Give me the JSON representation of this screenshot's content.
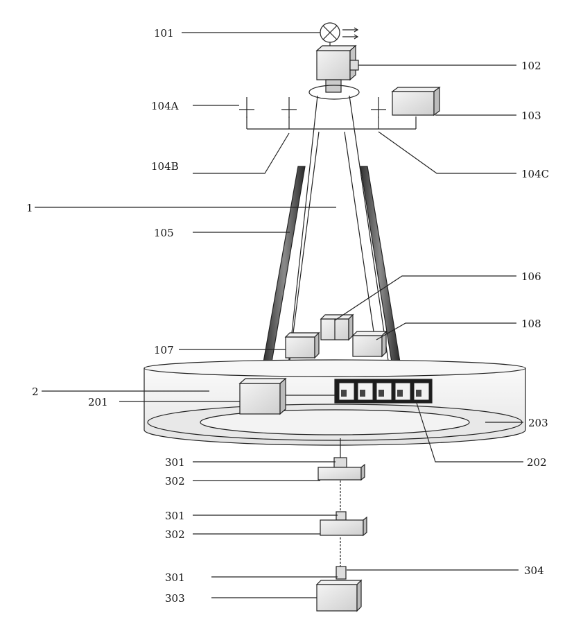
{
  "diagram": {
    "labels": {
      "lamp": "101",
      "camera_top": "102",
      "box_top_right": "103",
      "pole_a": "104A",
      "pole_b": "104B",
      "pole_c": "104C",
      "tower": "1",
      "tower_rail": "105",
      "module_center": "106",
      "module_right": "108",
      "module_left": "107",
      "base": "2",
      "base_box": "201",
      "base_panel": "202",
      "base_plate": "203",
      "joint_1": "301",
      "bracket_1": "302",
      "joint_2": "301",
      "bracket_2": "302",
      "joint_3": "301",
      "bottom_box": "303",
      "shaft_tip": "304"
    }
  }
}
